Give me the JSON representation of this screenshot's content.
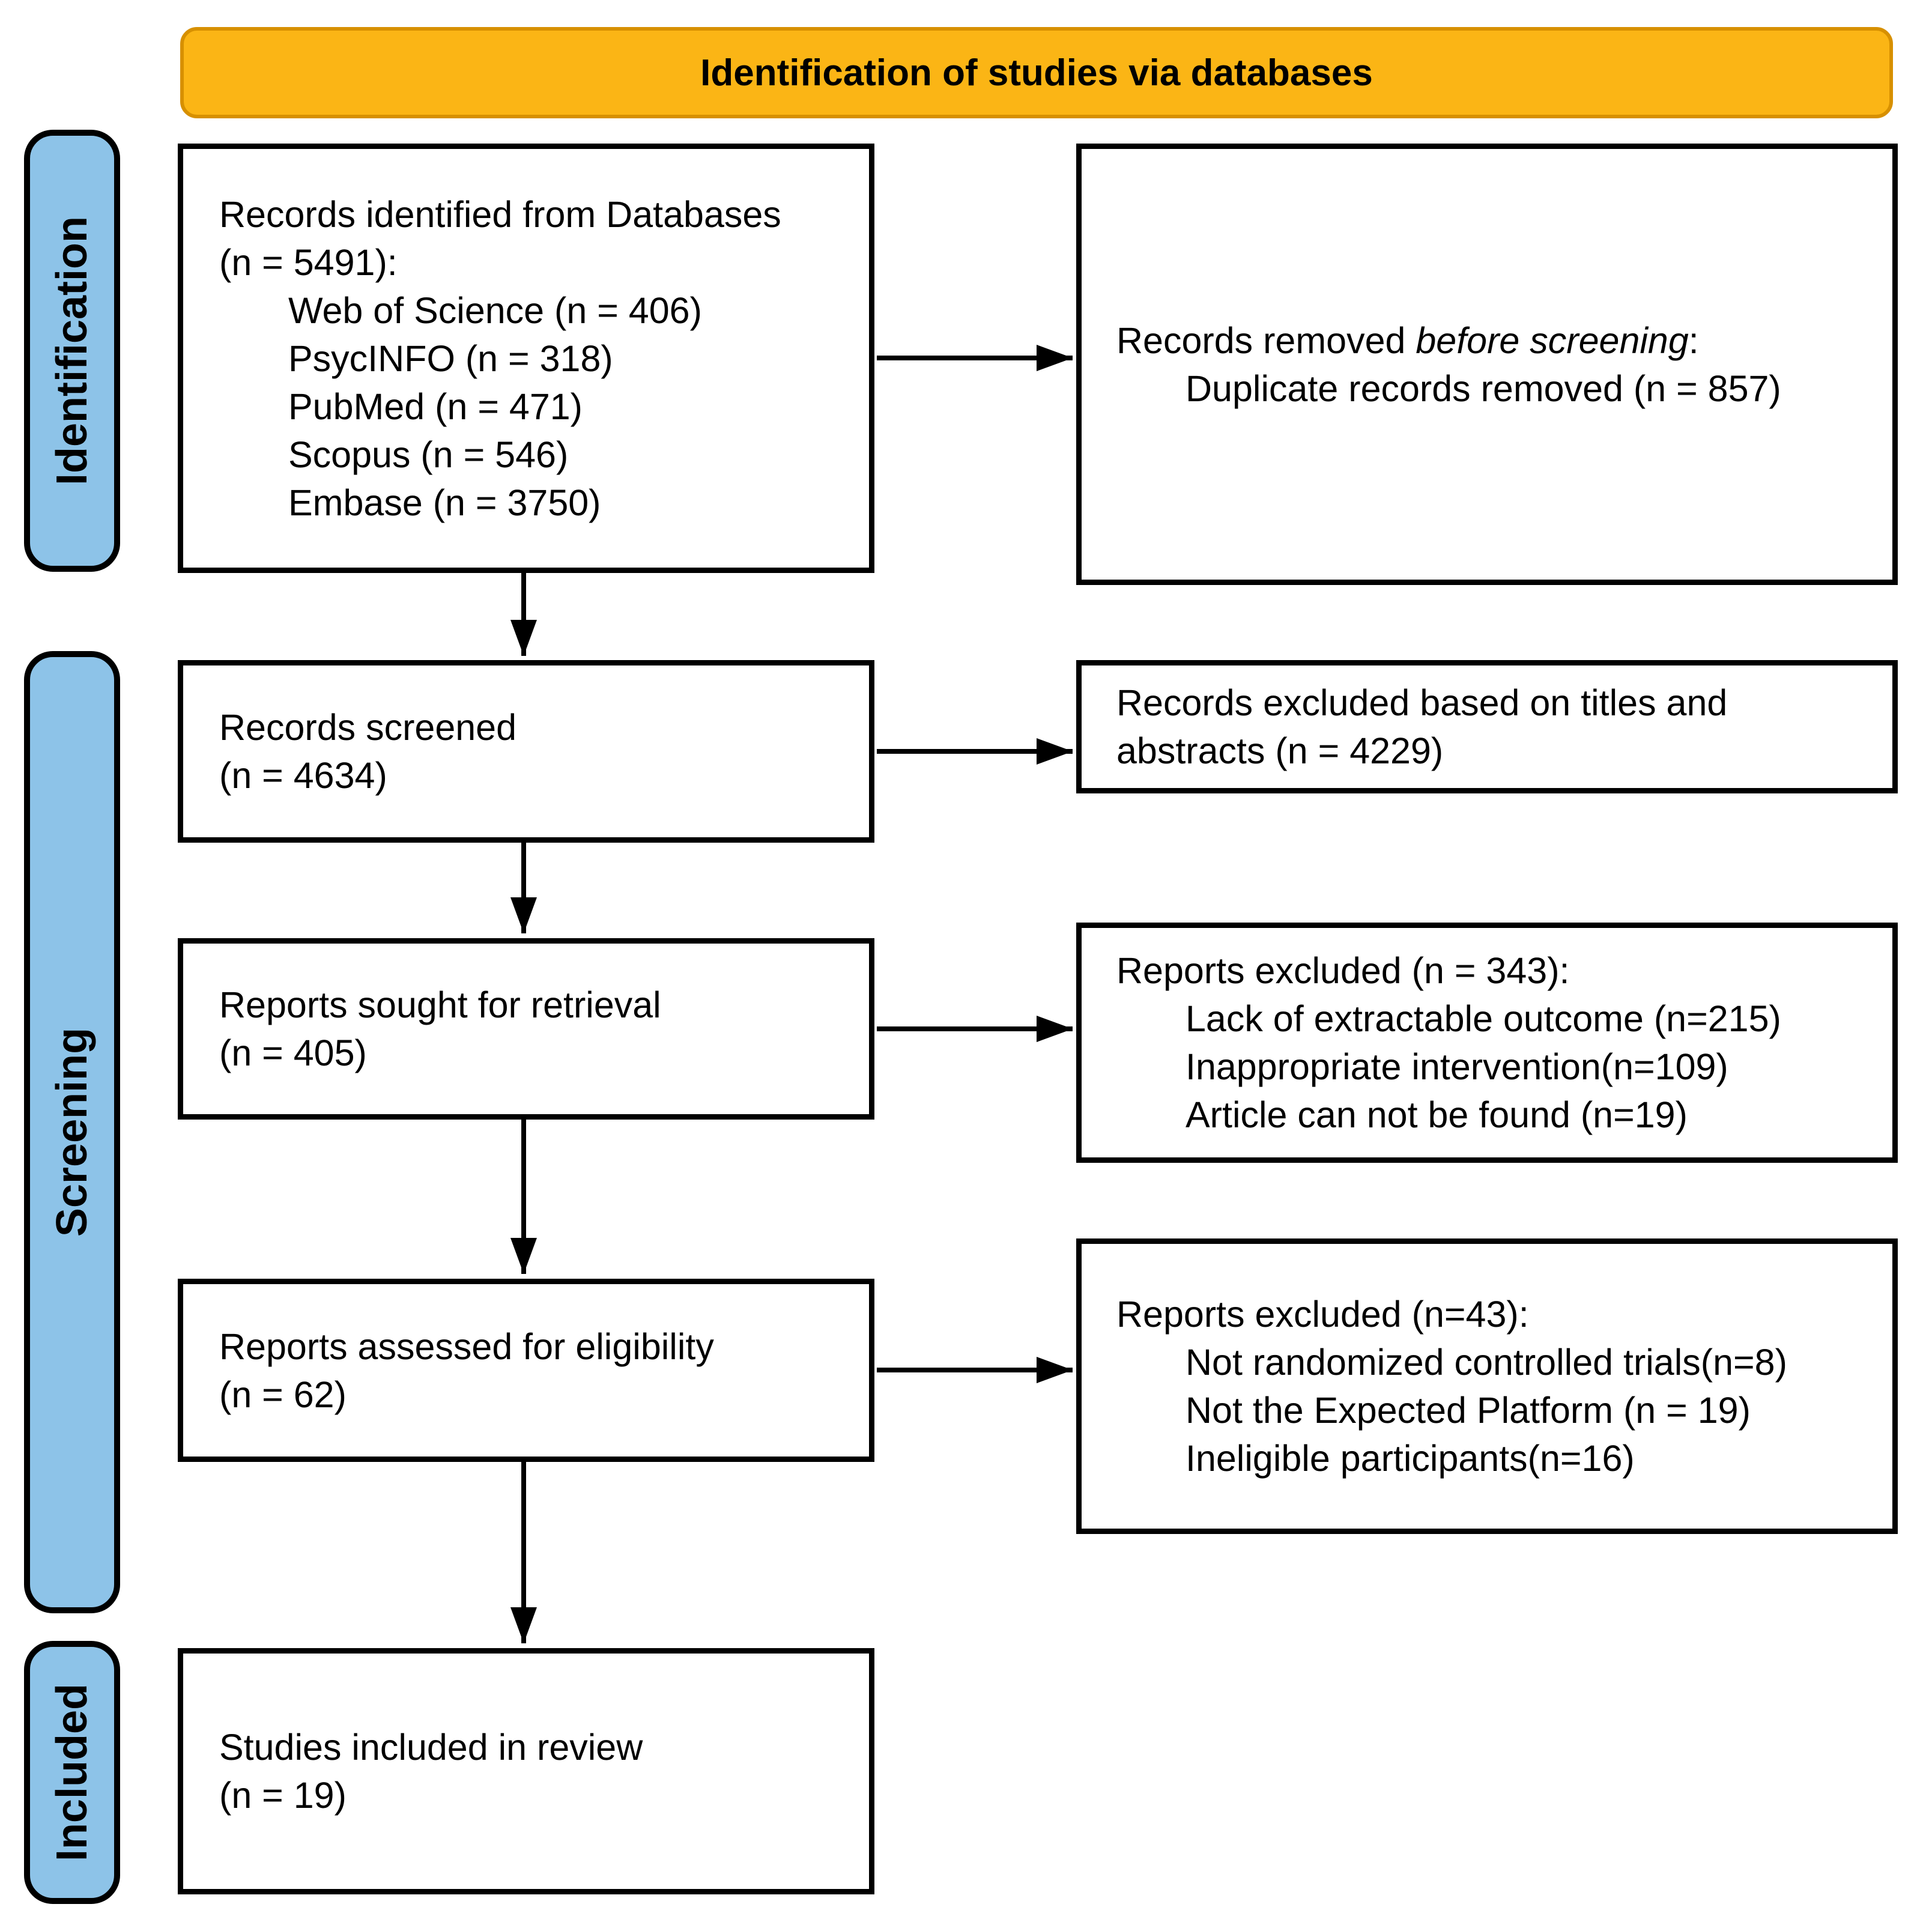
{
  "header": {
    "title": "Identification of studies via databases"
  },
  "sidebar": {
    "identification": "Identification",
    "screening": "Screening",
    "included": "Included"
  },
  "boxes": {
    "identified": {
      "line1": "Records identified from Databases",
      "line2": "(n = 5491):",
      "items": [
        "Web of Science (n = 406)",
        "PsycINFO (n = 318)",
        "PubMed (n = 471)",
        "Scopus (n = 546)",
        "Embase (n = 3750)"
      ]
    },
    "removed": {
      "prefix": "Records removed ",
      "emphasis": "before screening",
      "suffix": ":",
      "items": [
        "Duplicate records removed (n = 857)"
      ]
    },
    "screened": {
      "line1": "Records screened",
      "line2": "(n = 4634)"
    },
    "excluded_titles": {
      "line1": "Records excluded based on titles and",
      "line2": "abstracts (n = 4229)"
    },
    "sought": {
      "line1": "Reports sought for retrieval",
      "line2": "(n = 405)"
    },
    "excluded_reports": {
      "line1": "Reports excluded (n = 343):",
      "items": [
        "Lack of extractable outcome (n=215)",
        "Inappropriate intervention(n=109)",
        "Article can not be found (n=19)"
      ]
    },
    "assessed": {
      "line1": "Reports assessed for eligibility",
      "line2": "(n = 62)"
    },
    "excluded_eligibility": {
      "line1": "Reports excluded (n=43):",
      "items": [
        "Not randomized controlled trials(n=8)",
        "Not the Expected Platform (n = 19)",
        "Ineligible participants(n=16)"
      ]
    },
    "included_studies": {
      "line1": "Studies included in review",
      "line2": "(n = 19)"
    }
  },
  "colors": {
    "header_fill": "#FBB515",
    "header_border": "#D79000",
    "tab_fill": "#8DC3E8",
    "box_border": "#000000",
    "arrow": "#000000"
  }
}
